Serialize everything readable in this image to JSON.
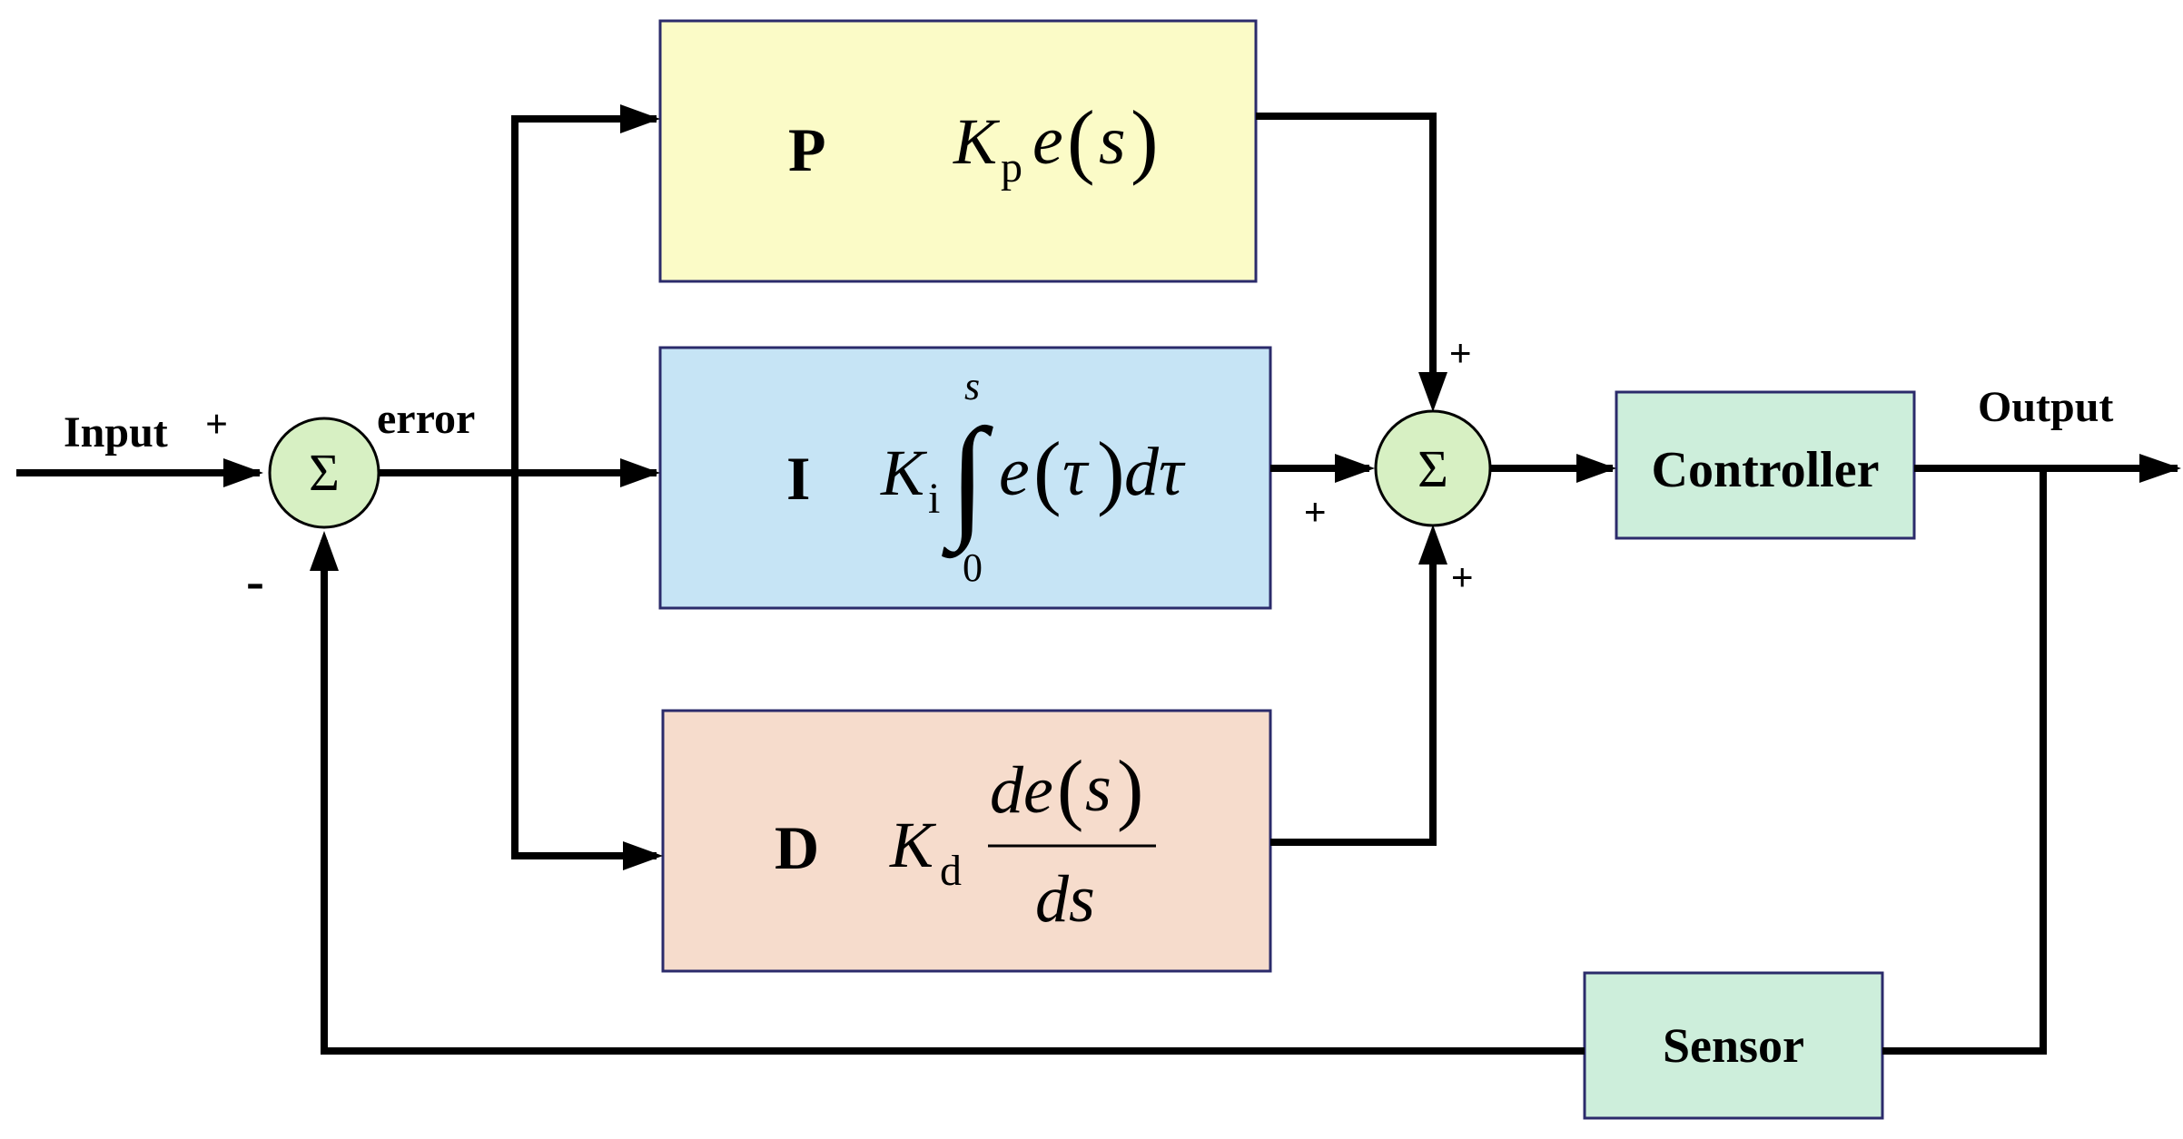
{
  "labels": {
    "input": "Input",
    "input_sign": "+",
    "error": "error",
    "feedback_sign": "-",
    "output": "Output",
    "sum_symbol": "Σ"
  },
  "blocks": {
    "p": {
      "letter": "P",
      "gain": "K",
      "gain_sub": "p",
      "expr": "e",
      "lparen": "(",
      "var": "s",
      "rparen": ")",
      "fill": "#fbfbc7"
    },
    "i": {
      "letter": "I",
      "gain": "K",
      "gain_sub": "i",
      "integral": "∫",
      "upper": "s",
      "lower": "0",
      "expr": "e",
      "lparen": "(",
      "var": "τ",
      "rparen": ")",
      "tail": "dτ",
      "fill": "#c6e4f5"
    },
    "d": {
      "letter": "D",
      "gain": "K",
      "gain_sub": "d",
      "num_a": "de",
      "num_lparen": "(",
      "num_var": "s",
      "num_rparen": ")",
      "den": "ds",
      "fill": "#f6dccc"
    },
    "controller": {
      "label": "Controller",
      "fill": "#cdeedb",
      "text_color": "#4a4a4a"
    },
    "sensor": {
      "label": "Sensor",
      "fill": "#cdeedb"
    }
  },
  "sum2_signs": {
    "top": "+",
    "left": "+",
    "bottom": "+"
  },
  "colors": {
    "junction": "#d7f0c3",
    "line": "#000000",
    "box_border": "#2b2b6b"
  }
}
